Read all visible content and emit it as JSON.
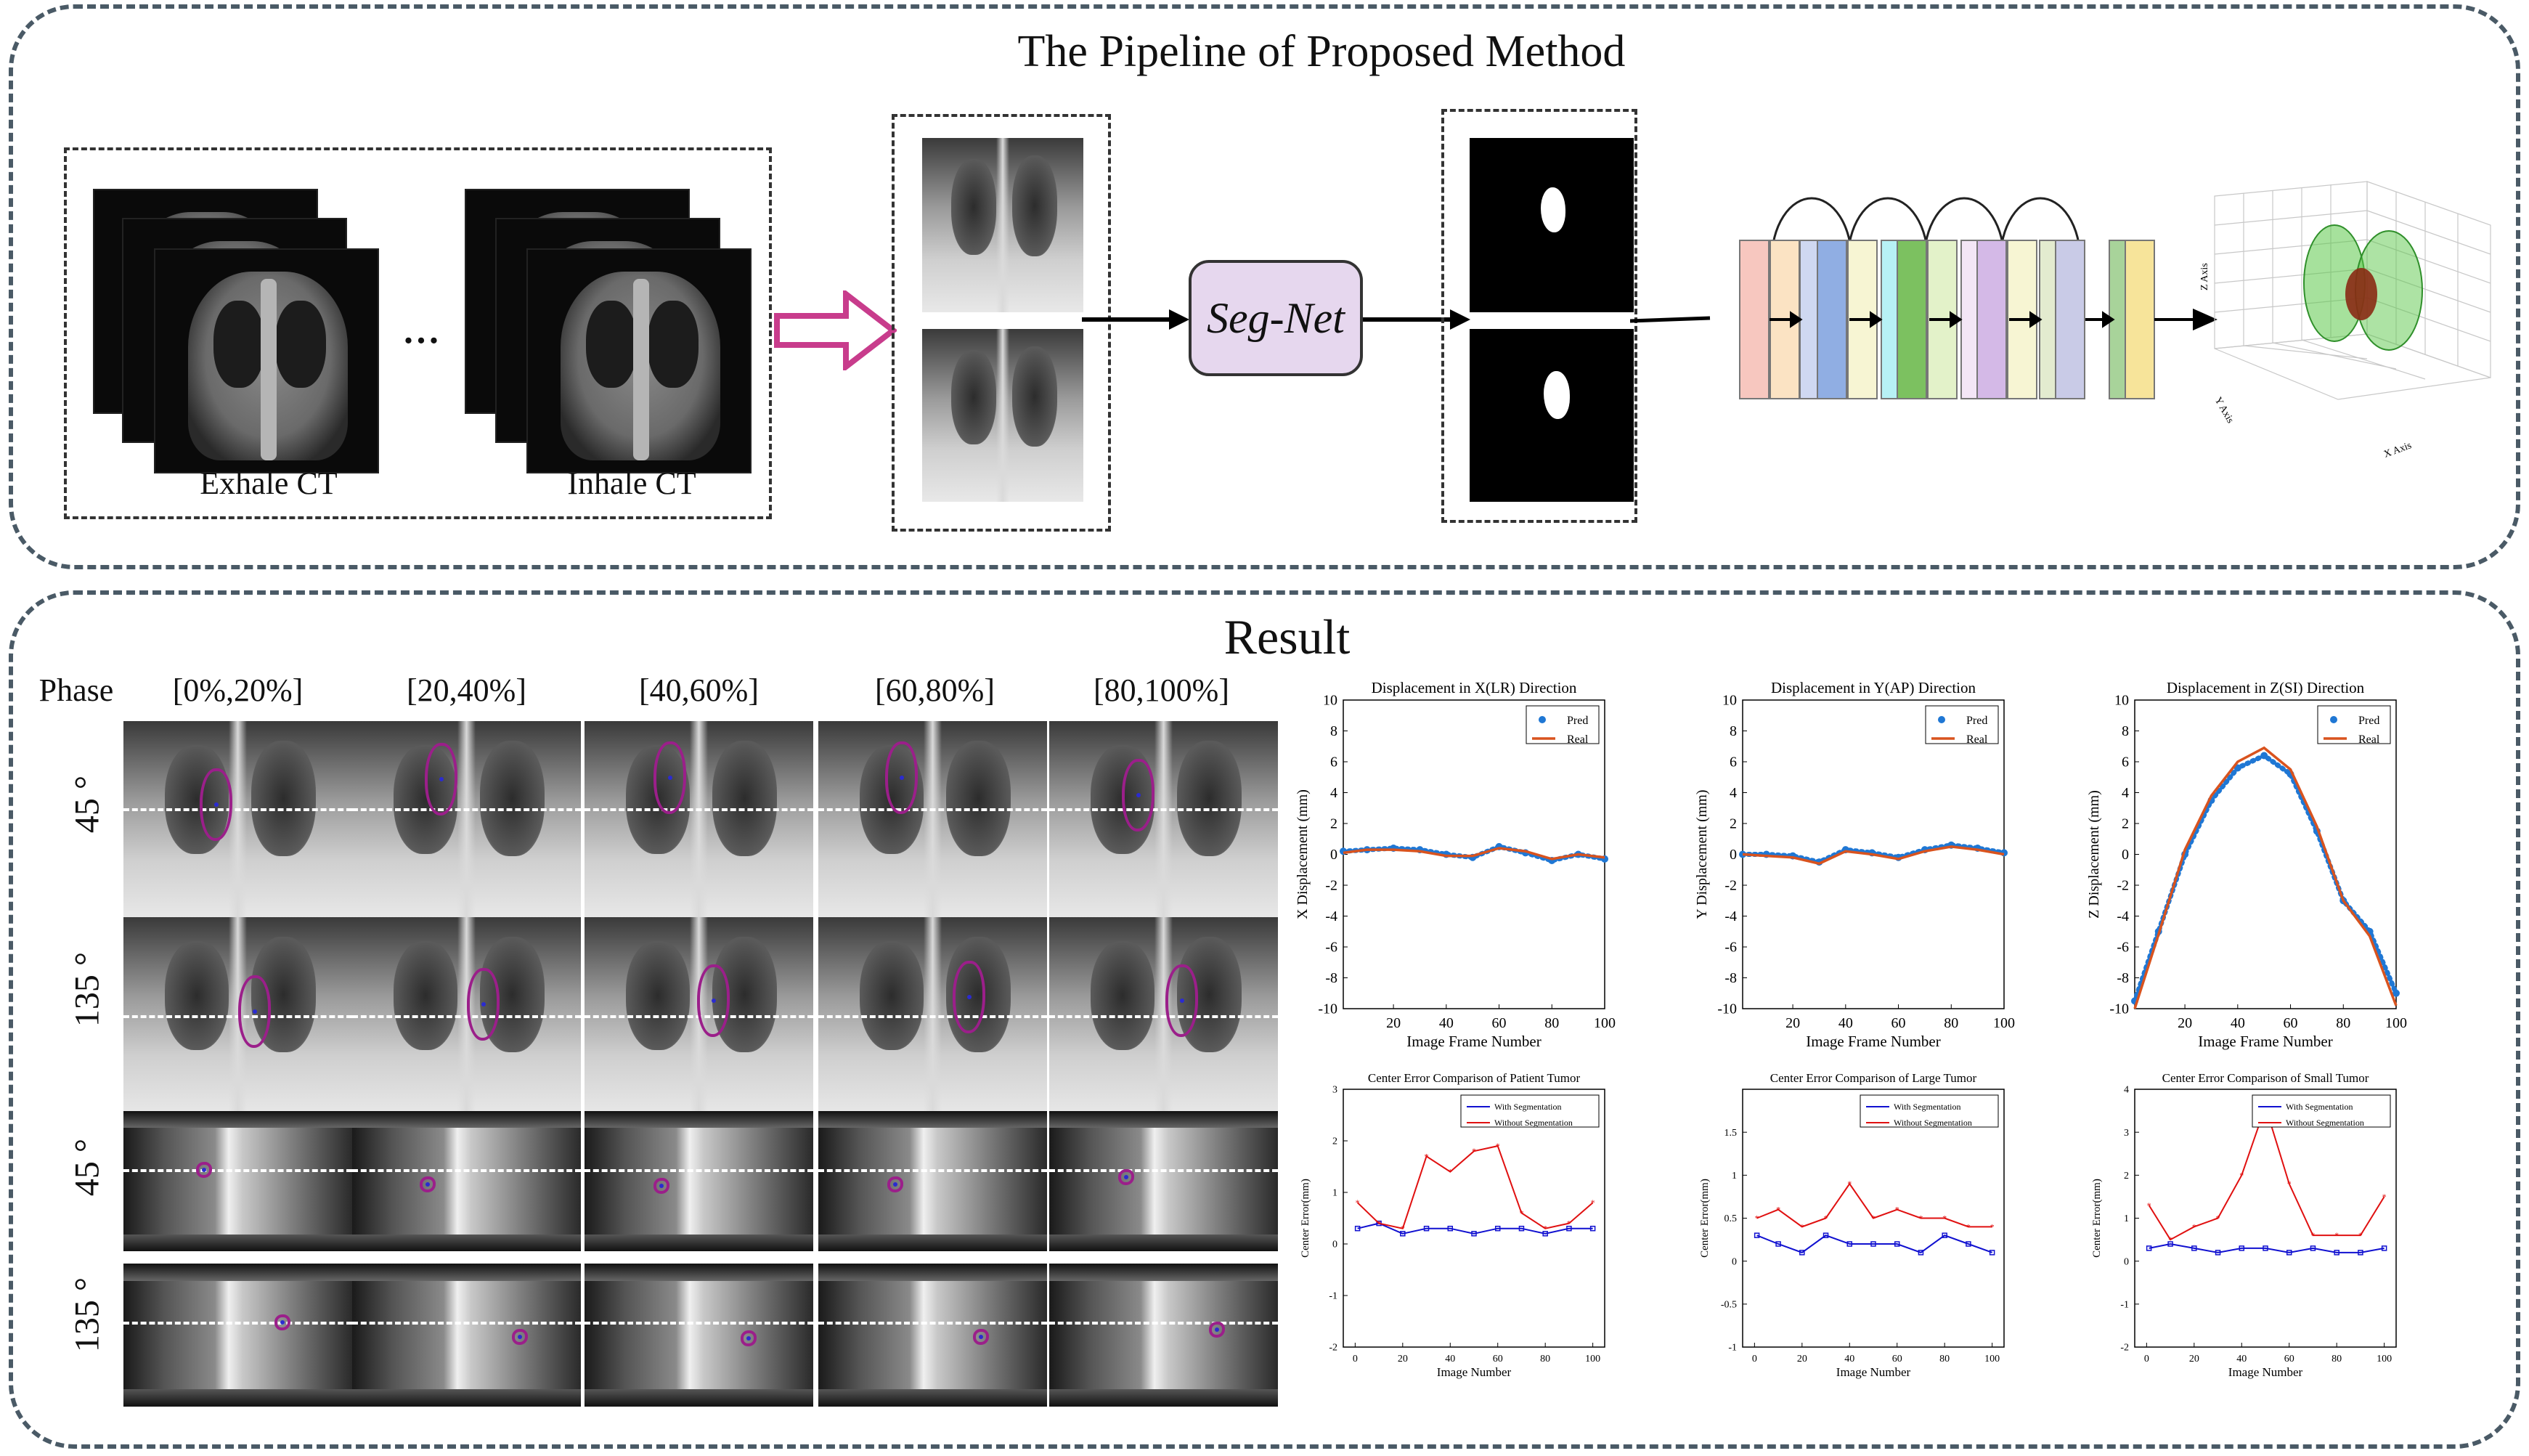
{
  "pipeline": {
    "title": "The Pipeline of  Proposed Method",
    "exhale_label": "Exhale CT",
    "inhale_label": "Inhale CT",
    "ellipsis": "...",
    "segnet_label": "Seg-Net",
    "axes3d": {
      "x": "X Axis",
      "y": "Y Axis",
      "z": "Z Axis"
    }
  },
  "result": {
    "title": "Result",
    "phase_label": "Phase",
    "phases": [
      "[0%,20%]",
      "[20,40%]",
      "[40,60%]",
      "[60,80%]",
      "[80,100%]"
    ],
    "row_labels": [
      "45 °",
      "135 °",
      "45 °",
      "135 °"
    ]
  },
  "colors": {
    "pred": "#1f77d4",
    "real": "#d9531e",
    "with_seg": "#1010d0",
    "without_seg": "#e01010",
    "contour": "#9b1f8a",
    "panel_border": "#4a5a66",
    "segnet_fill": "#e6d7ee"
  },
  "chart_data": [
    {
      "type": "line",
      "title": "Displacement in X(LR) Direction",
      "xlabel": "Image Frame Number",
      "ylabel": "X Displacement (mm)",
      "xlim": [
        1,
        100
      ],
      "ylim": [
        -10,
        10
      ],
      "xticks": [
        20,
        40,
        60,
        80,
        100
      ],
      "yticks": [
        -10,
        -8,
        -6,
        -4,
        -2,
        0,
        2,
        4,
        6,
        8,
        10
      ],
      "legend": "top-right",
      "series": [
        {
          "name": "Pred",
          "style": "dots",
          "x": [
            1,
            10,
            20,
            30,
            40,
            50,
            60,
            70,
            80,
            90,
            100
          ],
          "values": [
            0.2,
            0.3,
            0.4,
            0.3,
            0.0,
            -0.2,
            0.5,
            0.1,
            -0.4,
            0.0,
            -0.3
          ]
        },
        {
          "name": "Real",
          "style": "line",
          "x": [
            1,
            10,
            20,
            30,
            40,
            50,
            60,
            70,
            80,
            90,
            100
          ],
          "values": [
            0.1,
            0.3,
            0.3,
            0.2,
            -0.1,
            -0.1,
            0.4,
            0.2,
            -0.3,
            0.0,
            -0.2
          ]
        }
      ]
    },
    {
      "type": "line",
      "title": "Displacement in Y(AP) Direction",
      "xlabel": "Image Frame Number",
      "ylabel": "Y Displacement (mm)",
      "xlim": [
        1,
        100
      ],
      "ylim": [
        -10,
        10
      ],
      "xticks": [
        20,
        40,
        60,
        80,
        100
      ],
      "yticks": [
        -10,
        -8,
        -6,
        -4,
        -2,
        0,
        2,
        4,
        6,
        8,
        10
      ],
      "legend": "top-right",
      "series": [
        {
          "name": "Pred",
          "style": "dots",
          "x": [
            1,
            10,
            20,
            30,
            40,
            50,
            60,
            70,
            80,
            90,
            100
          ],
          "values": [
            0.0,
            0.0,
            -0.1,
            -0.5,
            0.3,
            0.1,
            -0.2,
            0.3,
            0.6,
            0.4,
            0.1
          ]
        },
        {
          "name": "Real",
          "style": "line",
          "x": [
            1,
            10,
            20,
            30,
            40,
            50,
            60,
            70,
            80,
            90,
            100
          ],
          "values": [
            0.0,
            -0.1,
            -0.2,
            -0.6,
            0.2,
            0.0,
            -0.3,
            0.2,
            0.5,
            0.3,
            0.0
          ]
        }
      ]
    },
    {
      "type": "line",
      "title": "Displacement in Z(SI) Direction",
      "xlabel": "Image Frame Number",
      "ylabel": "Z Displacement (mm)",
      "xlim": [
        1,
        100
      ],
      "ylim": [
        -10,
        10
      ],
      "xticks": [
        20,
        40,
        60,
        80,
        100
      ],
      "yticks": [
        -10,
        -8,
        -6,
        -4,
        -2,
        0,
        2,
        4,
        6,
        8,
        10
      ],
      "legend": "top-right",
      "series": [
        {
          "name": "Pred",
          "style": "dots",
          "x": [
            1,
            10,
            20,
            30,
            40,
            50,
            60,
            70,
            80,
            90,
            100
          ],
          "values": [
            -9.5,
            -5.0,
            0.0,
            3.5,
            5.6,
            6.4,
            5.2,
            1.5,
            -3.0,
            -5.0,
            -9.0
          ]
        },
        {
          "name": "Real",
          "style": "line",
          "x": [
            1,
            10,
            20,
            30,
            40,
            50,
            60,
            70,
            80,
            90,
            100
          ],
          "values": [
            -10.0,
            -5.2,
            0.3,
            3.8,
            6.0,
            6.9,
            5.5,
            1.8,
            -3.0,
            -5.3,
            -9.8
          ]
        }
      ]
    },
    {
      "type": "line",
      "title": "Center Error Comparison of Patient Tumor",
      "xlabel": "Image Number",
      "ylabel": "Center Error(mm)",
      "xlim": [
        -5,
        105
      ],
      "ylim": [
        -2,
        3
      ],
      "xticks": [
        0,
        20,
        40,
        60,
        80,
        100
      ],
      "yticks": [
        -2,
        -1,
        0,
        1,
        2,
        3
      ],
      "legend": "top-right",
      "series": [
        {
          "name": "With Segmentation",
          "x": [
            1,
            10,
            20,
            30,
            40,
            50,
            60,
            70,
            80,
            90,
            100
          ],
          "values": [
            0.3,
            0.4,
            0.2,
            0.3,
            0.3,
            0.2,
            0.3,
            0.3,
            0.2,
            0.3,
            0.3
          ]
        },
        {
          "name": "Without Segmentation",
          "x": [
            1,
            10,
            20,
            30,
            40,
            50,
            60,
            70,
            80,
            90,
            100
          ],
          "values": [
            0.8,
            0.4,
            0.3,
            1.7,
            1.4,
            1.8,
            1.9,
            0.6,
            0.3,
            0.4,
            0.8
          ]
        }
      ]
    },
    {
      "type": "line",
      "title": "Center Error Comparison of Large Tumor",
      "xlabel": "Image Number",
      "ylabel": "Center Error(mm)",
      "xlim": [
        -5,
        105
      ],
      "ylim": [
        -1,
        2
      ],
      "xticks": [
        0,
        20,
        40,
        60,
        80,
        100
      ],
      "yticks": [
        -1,
        -0.5,
        0,
        0.5,
        1,
        1.5
      ],
      "legend": "top-right",
      "series": [
        {
          "name": "With Segmentation",
          "x": [
            1,
            10,
            20,
            30,
            40,
            50,
            60,
            70,
            80,
            90,
            100
          ],
          "values": [
            0.3,
            0.2,
            0.1,
            0.3,
            0.2,
            0.2,
            0.2,
            0.1,
            0.3,
            0.2,
            0.1
          ]
        },
        {
          "name": "Without Segmentation",
          "x": [
            1,
            10,
            20,
            30,
            40,
            50,
            60,
            70,
            80,
            90,
            100
          ],
          "values": [
            0.5,
            0.6,
            0.4,
            0.5,
            0.9,
            0.5,
            0.6,
            0.5,
            0.5,
            0.4,
            0.4
          ]
        }
      ]
    },
    {
      "type": "line",
      "title": "Center Error Comparison of Small Tumor",
      "xlabel": "Image Number",
      "ylabel": "Center Error(mm)",
      "xlim": [
        -5,
        105
      ],
      "ylim": [
        -2,
        4
      ],
      "xticks": [
        0,
        20,
        40,
        60,
        80,
        100
      ],
      "yticks": [
        -2,
        -1,
        0,
        1,
        2,
        3,
        4
      ],
      "legend": "top-right",
      "series": [
        {
          "name": "With Segmentation",
          "x": [
            1,
            10,
            20,
            30,
            40,
            50,
            60,
            70,
            80,
            90,
            100
          ],
          "values": [
            0.3,
            0.4,
            0.3,
            0.2,
            0.3,
            0.3,
            0.2,
            0.3,
            0.2,
            0.2,
            0.3
          ]
        },
        {
          "name": "Without Segmentation",
          "x": [
            1,
            10,
            20,
            30,
            40,
            50,
            60,
            70,
            80,
            90,
            100
          ],
          "values": [
            1.3,
            0.5,
            0.8,
            1.0,
            2.0,
            3.6,
            1.8,
            0.6,
            0.6,
            0.6,
            1.5
          ]
        }
      ]
    }
  ]
}
